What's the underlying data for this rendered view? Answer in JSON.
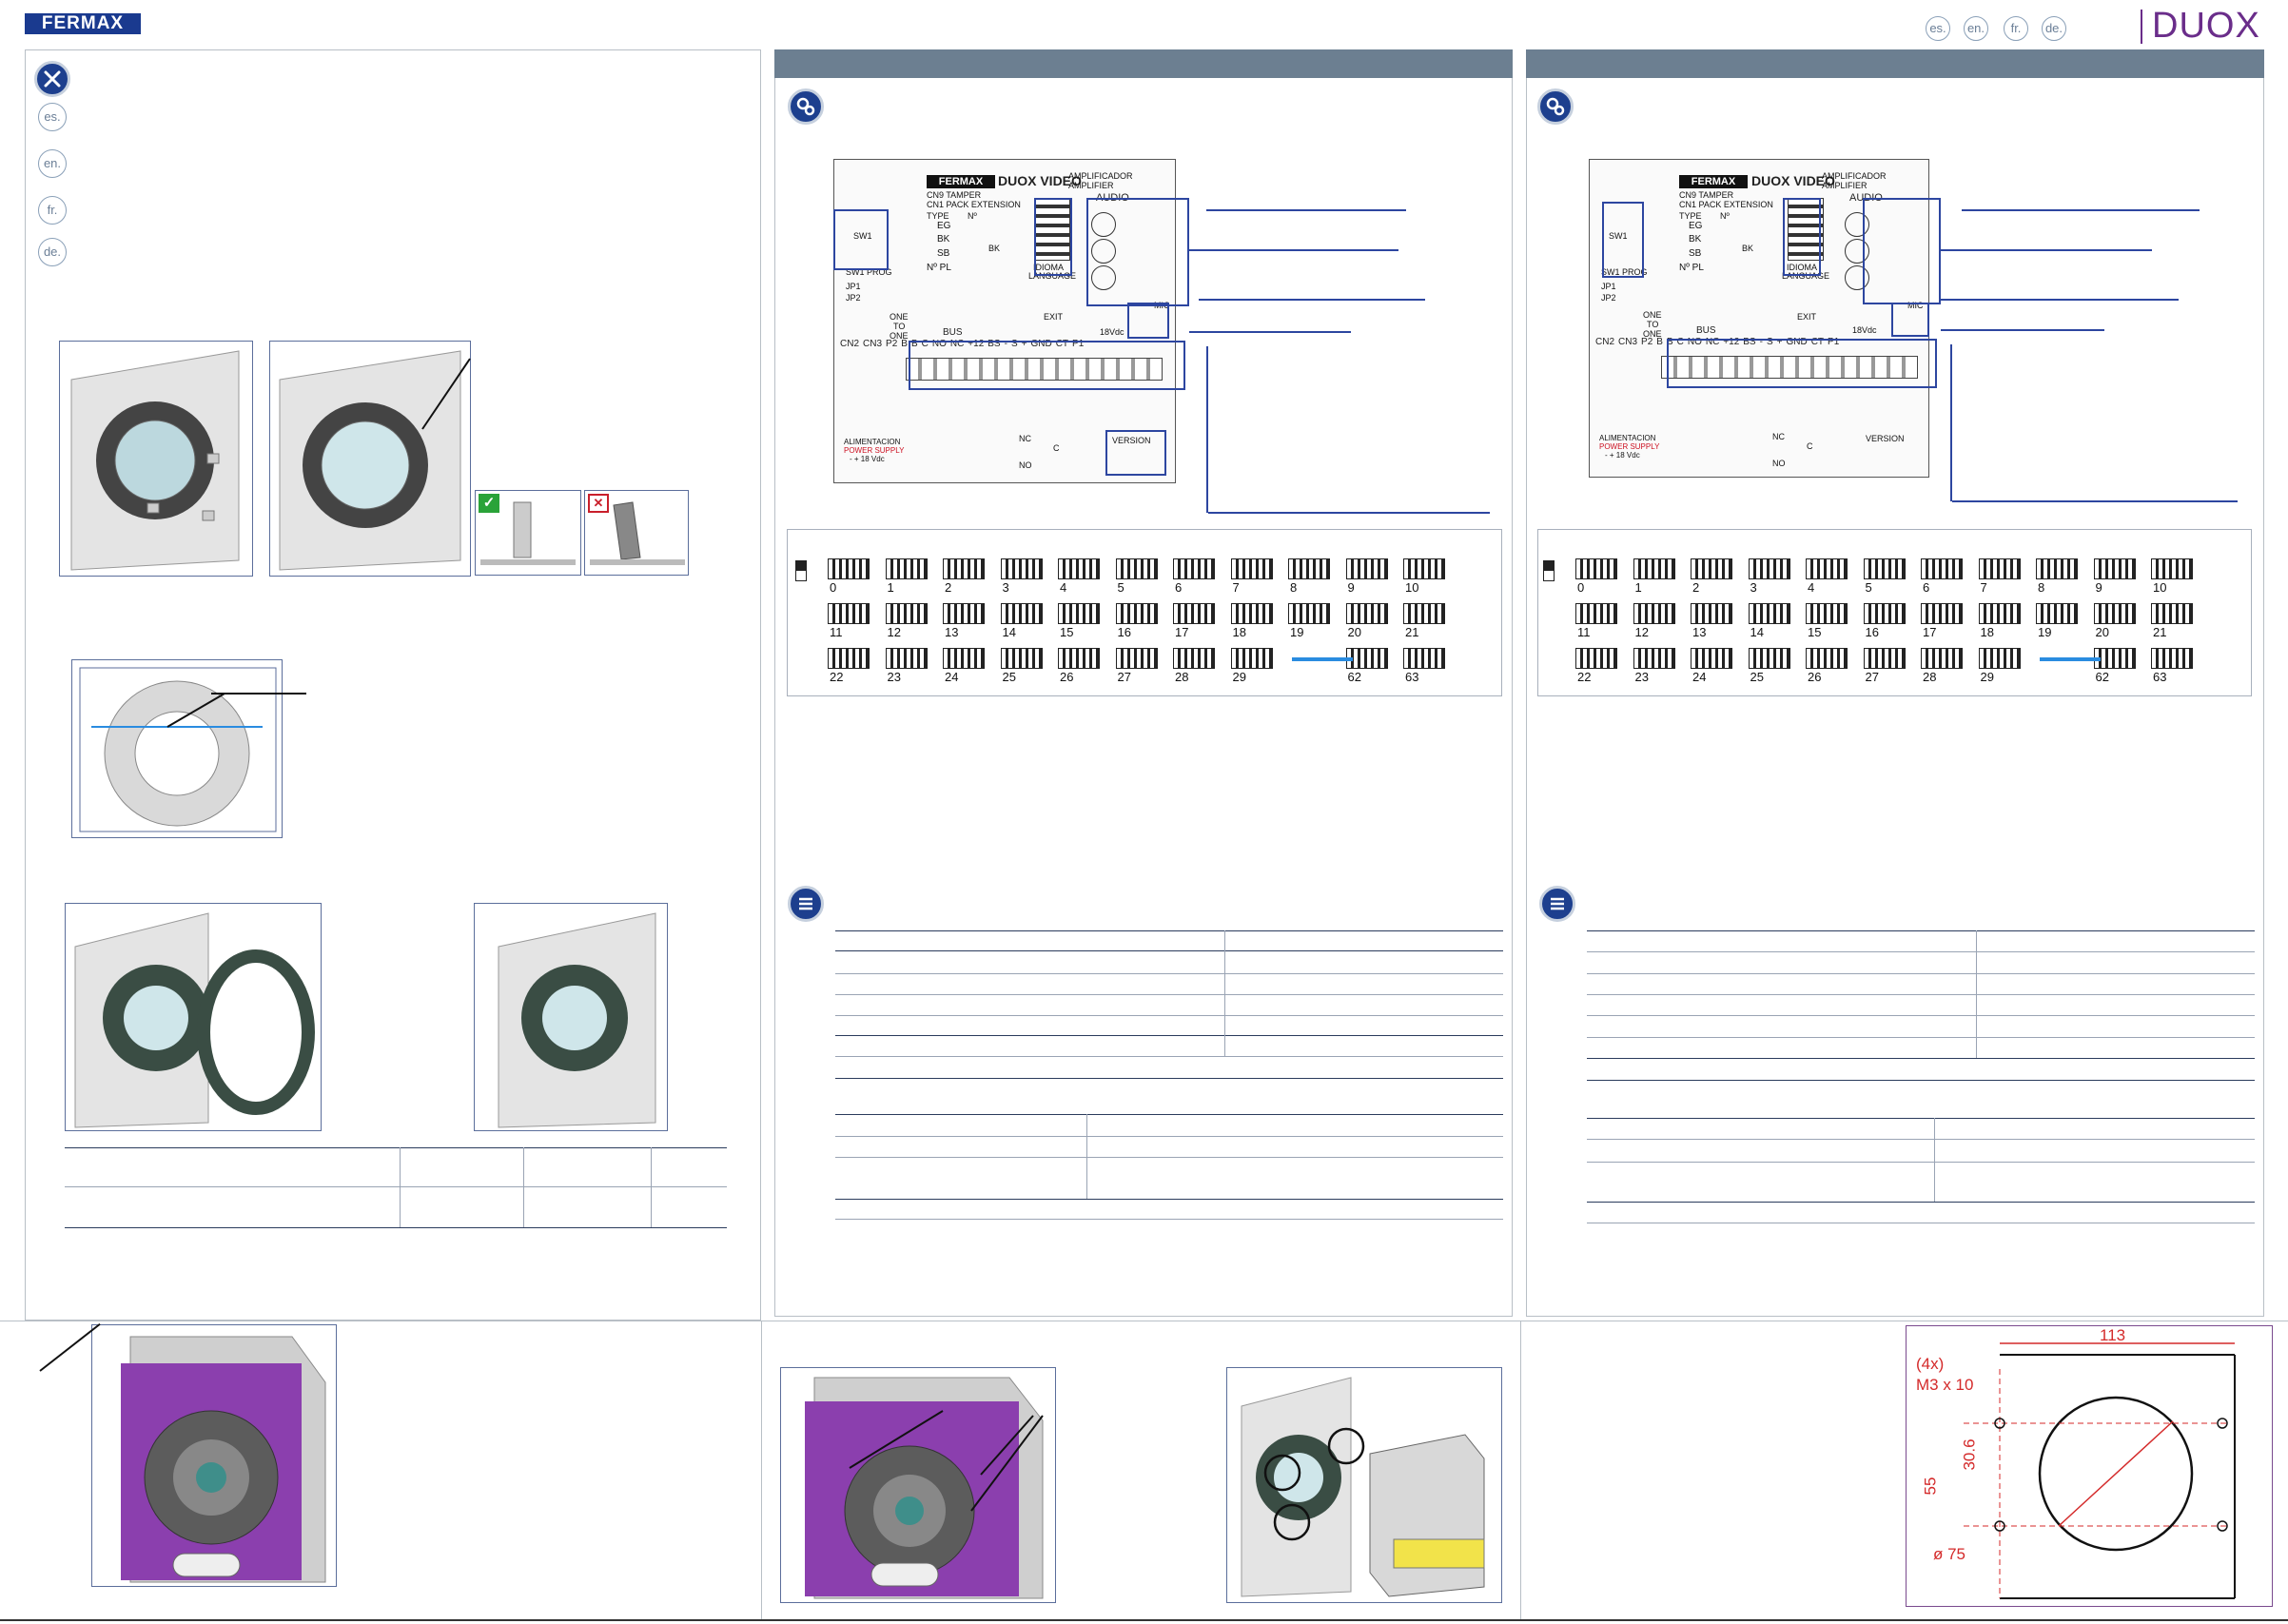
{
  "header": {
    "brand": "FERMAX",
    "product": "DUOX",
    "languages": [
      "es.",
      "en.",
      "fr.",
      "de."
    ]
  },
  "sidebar": {
    "languages": [
      "es.",
      "en.",
      "fr.",
      "de."
    ]
  },
  "figures": {
    "check_mark": "✓",
    "cross_mark": "✕"
  },
  "board": {
    "brand": "FERMAX",
    "model": "DUOX VIDEO",
    "amp_es": "AMPLIFICADOR",
    "amp_en": "AMPLIFIER",
    "cn9": "CN9 TAMPER",
    "cn1": "CN1  PACK EXTENSION",
    "type_label": "TYPE",
    "no_label": "Nº",
    "types": [
      "EG",
      "BK",
      "SB"
    ],
    "npl": "Nº PL",
    "bk": "BK",
    "audio": "AUDIO",
    "idioma": "IDIOMA",
    "language": "LANGUAGE",
    "sw1": "SW1",
    "sw1prog": "SW1 PROG",
    "jp1": "JP1",
    "jp2": "JP2",
    "one_to_one": [
      "ONE",
      "TO",
      "ONE"
    ],
    "bus": "BUS",
    "exit": "EXIT",
    "vdc": "18Vdc",
    "mic": "MIC",
    "terminals": [
      "CN2",
      "CN3",
      "P2",
      "B",
      "B",
      "C",
      "NO",
      "NC",
      "+12",
      "BS",
      "-",
      "S",
      "+",
      "GND",
      "CT",
      "P1"
    ],
    "power_es": "ALIMENTACION",
    "power_en": "POWER SUPPLY",
    "power_val": "- + 18 Vdc",
    "nc": "NC",
    "c": "C",
    "no": "NO",
    "version": "VERSION"
  },
  "dip_numbers": [
    "0",
    "1",
    "2",
    "3",
    "4",
    "5",
    "6",
    "7",
    "8",
    "9",
    "10",
    "11",
    "12",
    "13",
    "14",
    "15",
    "16",
    "17",
    "18",
    "19",
    "20",
    "21",
    "22",
    "23",
    "24",
    "25",
    "26",
    "27",
    "28",
    "29",
    "62",
    "63"
  ],
  "drawing": {
    "width_dim": "113",
    "qty": "(4x)",
    "screw": "M3 x 10",
    "dim_30": "30.6",
    "dim_55": "55",
    "dia": "ø 75"
  },
  "colors": {
    "brand_blue": "#1a3a8f",
    "duox_purple": "#6a2d8a",
    "header_bar": "#6c7f91",
    "callout_blue": "#2d46a0",
    "module_purple": "#8b3fae"
  }
}
